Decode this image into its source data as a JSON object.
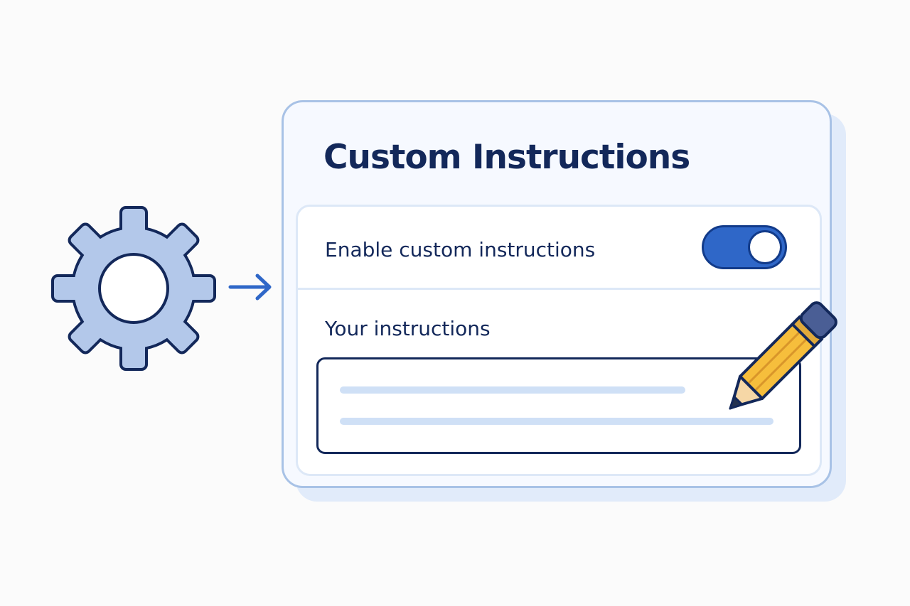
{
  "panel": {
    "title": "Custom Instructions",
    "toggle": {
      "label": "Enable custom instructions",
      "state": "on"
    },
    "instructions": {
      "label": "Your instructions",
      "value": ""
    }
  },
  "icons": {
    "gear": "gear-icon",
    "arrow": "arrow-right-icon",
    "pencil": "pencil-icon"
  },
  "colors": {
    "title_text": "#13285a",
    "toggle_on": "#2f67c8",
    "gear_fill": "#b3c8ea",
    "pencil_body": "#f6be3c",
    "panel_border": "#a8c2e6"
  }
}
